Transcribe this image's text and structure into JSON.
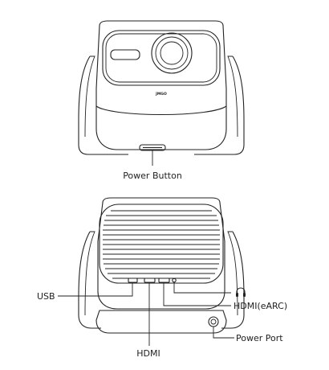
{
  "brand": "JMGO",
  "labels": {
    "power_button": "Power Button",
    "usb": "USB",
    "hdmi": "HDMI",
    "hdmi_earc": "HDMI(eARC)",
    "power_port": "Power Port"
  },
  "icons": {
    "headphone": "headphone-icon"
  },
  "colors": {
    "line": "#222222",
    "grille": "#9a9a9a",
    "background": "#ffffff"
  }
}
